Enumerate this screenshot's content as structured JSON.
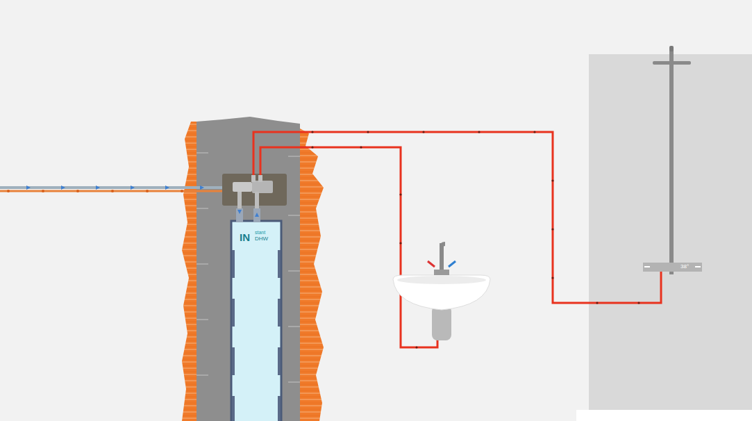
{
  "diagram": {
    "nodes": [
      {
        "text": [
          "IN",
          "stant",
          "DHW"
        ]
      },
      {
        "text": [
          "38°"
        ]
      }
    ]
  }
}
